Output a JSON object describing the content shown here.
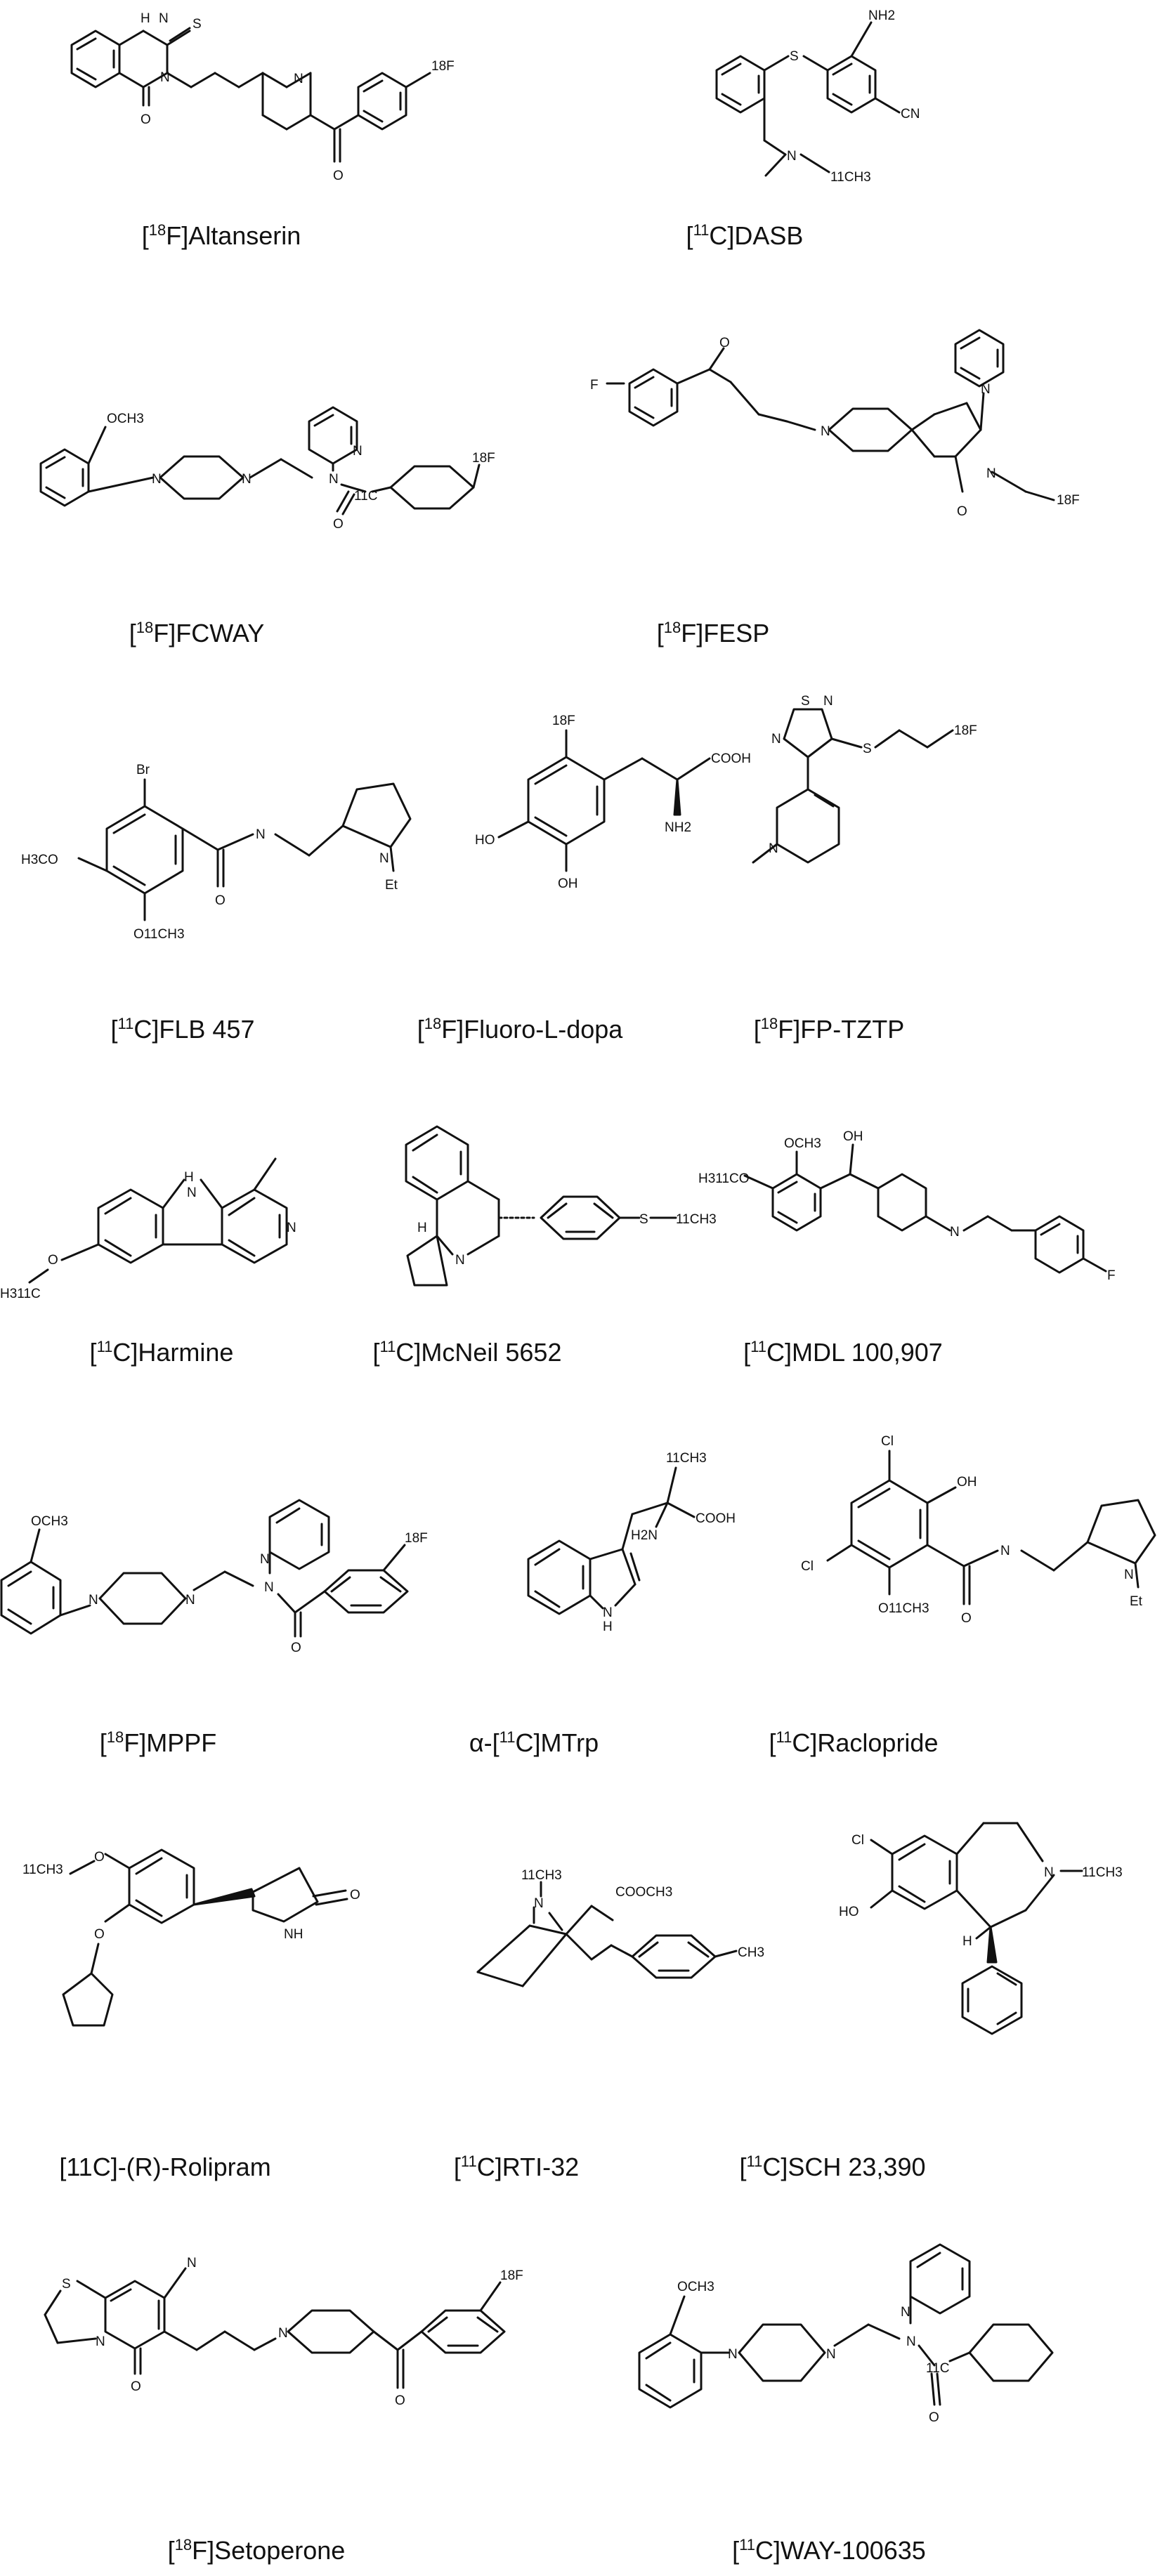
{
  "compounds": [
    {
      "iso": "18",
      "el": "F",
      "rest": "Altanserin"
    },
    {
      "iso": "11",
      "el": "C",
      "rest": "DASB"
    },
    {
      "iso": "18",
      "el": "F",
      "rest": "FCWAY"
    },
    {
      "iso": "18",
      "el": "F",
      "rest": "FESP"
    },
    {
      "iso": "11",
      "el": "C",
      "rest": "FLB 457"
    },
    {
      "iso": "18",
      "el": "F",
      "rest": "Fluoro-L-dopa"
    },
    {
      "iso": "18",
      "el": "F",
      "rest": "FP-TZTP"
    },
    {
      "iso": "11",
      "el": "C",
      "rest": "Harmine"
    },
    {
      "iso": "11",
      "el": "C",
      "rest": "McNeil 5652"
    },
    {
      "iso": "11",
      "el": "C",
      "rest": "MDL 100,907"
    },
    {
      "iso": "18",
      "el": "F",
      "rest": "MPPF"
    },
    {
      "pre": "α-",
      "iso": "11",
      "el": "C",
      "rest": "MTrp"
    },
    {
      "iso": "11",
      "el": "C",
      "rest": "Raclopride"
    },
    {
      "plain": "[11C]-(R)-Rolipram"
    },
    {
      "iso": "11",
      "el": "C",
      "rest": "RTI-32"
    },
    {
      "iso": "11",
      "el": "C",
      "rest": "SCH 23,390"
    },
    {
      "iso": "18",
      "el": "F",
      "rest": "Setoperone"
    },
    {
      "iso": "11",
      "el": "C",
      "rest": "WAY-100635"
    }
  ],
  "atoms": {
    "altanserin": {
      "nh": "H",
      "n1": "N",
      "s": "S",
      "n3": "N",
      "o_c4": "O",
      "n_pip": "N",
      "o_ket": "O",
      "f18": "18F"
    },
    "dasb": {
      "s": "S",
      "nh2": "NH2",
      "cn": "CN",
      "n": "N",
      "ch3": "11CH3"
    },
    "fcway": {
      "och3": "OCH3",
      "n_a": "N",
      "n_b": "N",
      "n_am": "N",
      "n_py": "N",
      "c11": "11C",
      "o": "O",
      "f18": "18F"
    },
    "fesp": {
      "f": "F",
      "o_ket": "O",
      "n_pip": "N",
      "n1": "N",
      "n2": "N",
      "o_am": "O",
      "f18": "18F"
    },
    "flb457": {
      "br": "Br",
      "h3co": "H3CO",
      "o11": "O11CH3",
      "o_am": "O",
      "nh": "N",
      "n_pyr": "N",
      "et": "Et"
    },
    "fluorodopa": {
      "f18": "18F",
      "cooh": "COOH",
      "nh2": "NH2",
      "ho1": "HO",
      "oh2": "OH"
    },
    "fptztp": {
      "s_ring": "S",
      "n_a": "N",
      "n_b": "N",
      "s_chain": "S",
      "f18": "18F",
      "n_ring": "N"
    },
    "harmine": {
      "nh": "H",
      "n_in": "N",
      "n_py": "N",
      "o": "O",
      "ch3": "H311C"
    },
    "mcneil": {
      "h": "H",
      "n": "N",
      "s": "S",
      "ch3": "11CH3"
    },
    "mdl": {
      "h311co": "H311CO",
      "och3": "OCH3",
      "oh": "OH",
      "n": "N",
      "f": "F"
    },
    "mppf": {
      "och3": "OCH3",
      "n_a": "N",
      "n_b": "N",
      "n_am": "N",
      "n_py": "N",
      "o": "O",
      "f18": "18F"
    },
    "mtrp": {
      "ch3": "11CH3",
      "h2n": "H2N",
      "cooh": "COOH",
      "nh": "H",
      "n": "N"
    },
    "raclopride": {
      "cl1": "Cl",
      "oh": "OH",
      "cl2": "Cl",
      "o11": "O11CH3",
      "o_am": "O",
      "nh": "N",
      "n_pyr": "N",
      "et": "Et"
    },
    "rolipram": {
      "ch3": "11CH3",
      "o1": "O",
      "o2": "O",
      "o_lac": "O",
      "nh": "NH"
    },
    "rti32": {
      "ch3": "11CH3",
      "n": "N",
      "cooch3": "COOCH3",
      "ch3_tol": "CH3"
    },
    "sch": {
      "cl": "Cl",
      "ho": "HO",
      "n": "N",
      "ch3": "11CH3",
      "h": "H"
    },
    "setoperone": {
      "s": "S",
      "n_a": "N",
      "n_b": "N",
      "o_ring": "O",
      "n_pip": "N",
      "o_ket": "O",
      "f18": "18F"
    },
    "way": {
      "och3": "OCH3",
      "n_a": "N",
      "n_b": "N",
      "n_am": "N",
      "n_py": "N",
      "c11": "11C",
      "o": "O"
    }
  }
}
